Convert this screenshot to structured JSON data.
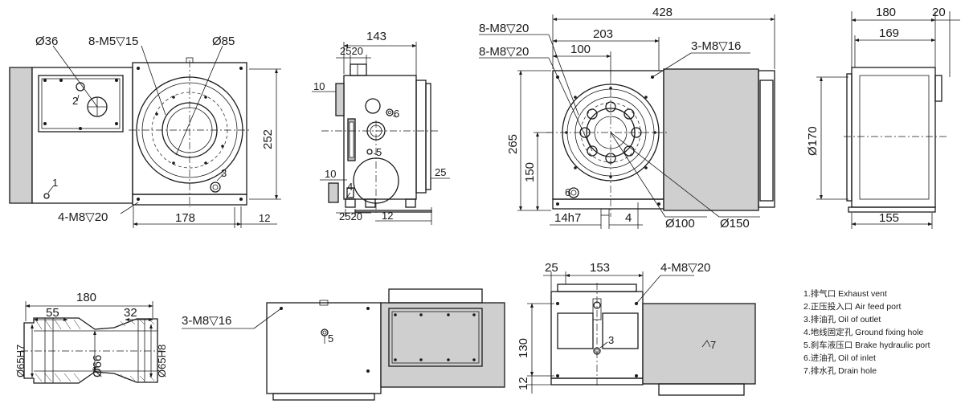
{
  "views": {
    "front": {
      "d36": "Ø36",
      "m5": "8-M5▽15",
      "d85": "Ø85",
      "h252": "252",
      "w178": "178",
      "w12": "12",
      "m8": "4-M8▽20",
      "p1": "1",
      "p2": "2",
      "p3": "3"
    },
    "side": {
      "w143": "143",
      "w2520a": "2520",
      "w10a": "10",
      "w10b": "10",
      "w25": "25",
      "w2520b": "2520",
      "w12": "12",
      "p4": "4",
      "p5": "5",
      "p6": "6"
    },
    "top": {
      "w428": "428",
      "w203": "203",
      "w100": "100",
      "m8a": "8-M8▽20",
      "m8b": "8-M8▽20",
      "m3": "3-M8▽16",
      "h265": "265",
      "h150": "150",
      "w14": "14h7",
      "w4": "4",
      "d100": "Ø100",
      "d150": "Ø150",
      "p6": "6"
    },
    "right": {
      "w180": "180",
      "w20": "20",
      "w169": "169",
      "d170": "Ø170",
      "w155": "155"
    },
    "section": {
      "w180": "180",
      "w55": "55",
      "w32": "32",
      "d65h7": "Ø65H7",
      "d66": "Ø66",
      "d65h8": "Ø65H8"
    },
    "bottom": {
      "m3": "3-M8▽16",
      "p5": "5"
    },
    "rear": {
      "w25": "25",
      "w153": "153",
      "m4": "4-M8▽20",
      "h130": "130",
      "h12": "12",
      "p3": "3",
      "p7": "7"
    }
  },
  "legend": [
    "1.排气口 Exhaust vent",
    "2.正压投入口 Air feed port",
    "3.排油孔  Oil of outlet",
    "4.地线固定孔  Ground fixing hole",
    "5.刹车液压口 Brake hydraulic port",
    "6.进油孔 Oil of inlet",
    "7.排水孔 Drain hole"
  ]
}
